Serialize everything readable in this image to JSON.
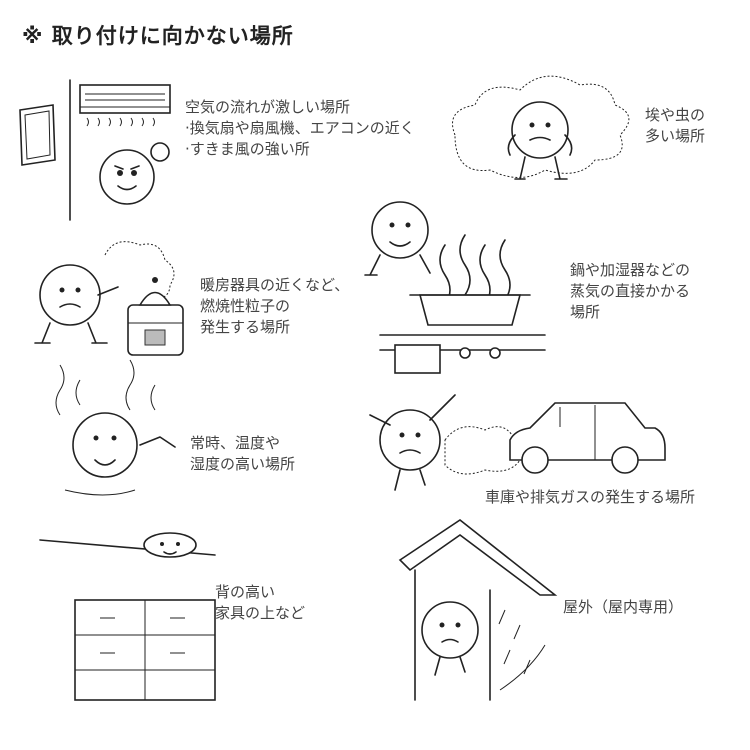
{
  "title": "※ 取り付けに向かない場所",
  "scenes": [
    {
      "id": "air-flow",
      "lines": [
        "空気の流れが激しい場所",
        "·換気扇や扇風機、エアコンの近く",
        "·すきま風の強い所"
      ]
    },
    {
      "id": "dust-insects",
      "lines": [
        "埃や虫の",
        "多い場所"
      ]
    },
    {
      "id": "heater",
      "lines": [
        "暖房器具の近くなど、",
        "燃焼性粒子の",
        "発生する場所"
      ]
    },
    {
      "id": "steam",
      "lines": [
        "鍋や加湿器などの",
        "蒸気の直接かかる",
        "場所"
      ]
    },
    {
      "id": "humidity",
      "lines": [
        "常時、温度や",
        "湿度の高い場所"
      ]
    },
    {
      "id": "garage",
      "lines": [
        "車庫や排気ガスの発生する場所"
      ]
    },
    {
      "id": "high-furniture",
      "lines": [
        "背の高い",
        "家具の上など"
      ]
    },
    {
      "id": "outdoor",
      "lines": [
        "屋外（屋内専用）"
      ]
    }
  ]
}
